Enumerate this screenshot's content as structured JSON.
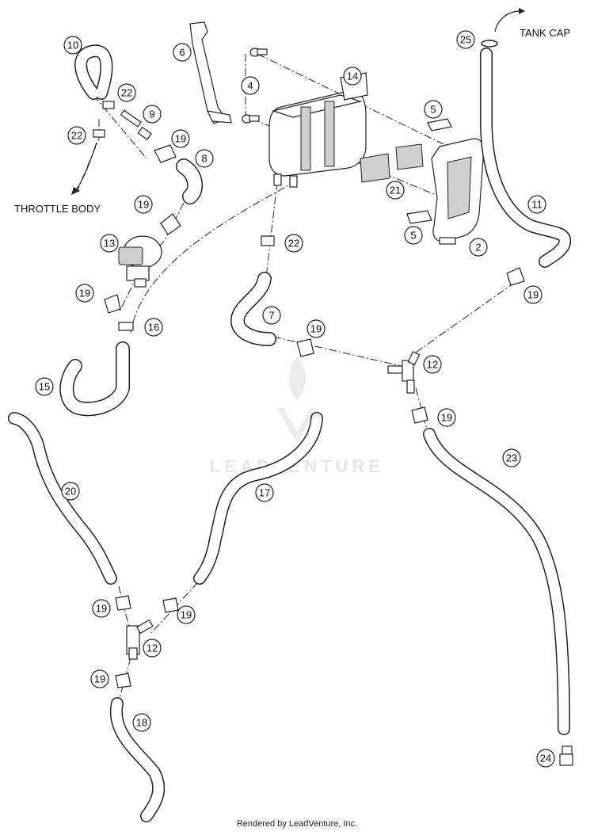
{
  "labels": {
    "tank_cap": "TANK CAP",
    "throttle_body": "THROTTLE BODY"
  },
  "watermark": "LEADVENTURE",
  "footer": "Rendered by LeadVenture, Inc.",
  "callouts": {
    "c10": "10",
    "c22a": "22",
    "c9": "9",
    "c22b": "22",
    "c19a": "19",
    "c8": "8",
    "c6": "6",
    "c4": "4",
    "c14": "14",
    "c5a": "5",
    "c25": "25",
    "c11": "11",
    "c21": "21",
    "c5b": "5",
    "c2": "2",
    "c19b": "19",
    "c13": "13",
    "c22c": "22",
    "c19c": "19",
    "c16": "16",
    "c7": "7",
    "c19d": "19",
    "c12a": "12",
    "c19e": "19",
    "c15": "15",
    "c19f": "19",
    "c23": "23",
    "c20": "20",
    "c17": "17",
    "c19g": "19",
    "c19h": "19",
    "c12b": "12",
    "c19i": "19",
    "c18": "18",
    "c24": "24"
  },
  "colors": {
    "line": "#222222",
    "shade": "#cfcfcf",
    "watermark": "#e6e6e6"
  }
}
